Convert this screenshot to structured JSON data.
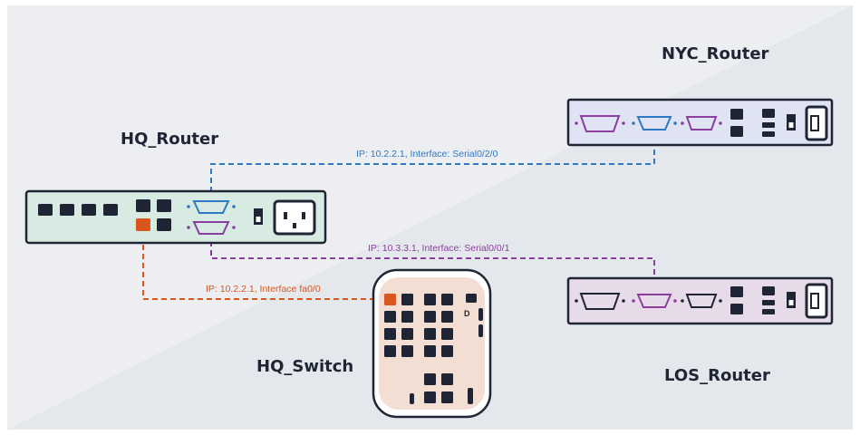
{
  "colors": {
    "background": "#eceef1",
    "device_outline": "#1f2535",
    "hq_router_fill": "#d7ebe2",
    "nyc_router_fill": "#dfe3f3",
    "los_router_fill": "#e7dbea",
    "switch_fill": "#f2ded3",
    "serial_blue": "#2f78c4",
    "serial_purple": "#8a3fa0",
    "ethernet_orange": "#d9561f"
  },
  "devices": {
    "hq_router": {
      "label": "HQ_Router"
    },
    "nyc_router": {
      "label": "NYC_Router"
    },
    "los_router": {
      "label": "LOS_Router"
    },
    "hq_switch": {
      "label": "HQ_Switch",
      "port_letter": "D"
    }
  },
  "links": {
    "hq_nyc": {
      "label": "IP: 10.2.2.1, Interface: Serial0/2/0",
      "color": "#2f78c4"
    },
    "hq_los": {
      "label": "IP: 10.3.3.1, Interface: Serial0/0/1",
      "color": "#8a3fa0"
    },
    "hq_switch": {
      "label": "IP: 10.2.2.1, Interface fa0/0",
      "color": "#d9561f"
    }
  }
}
